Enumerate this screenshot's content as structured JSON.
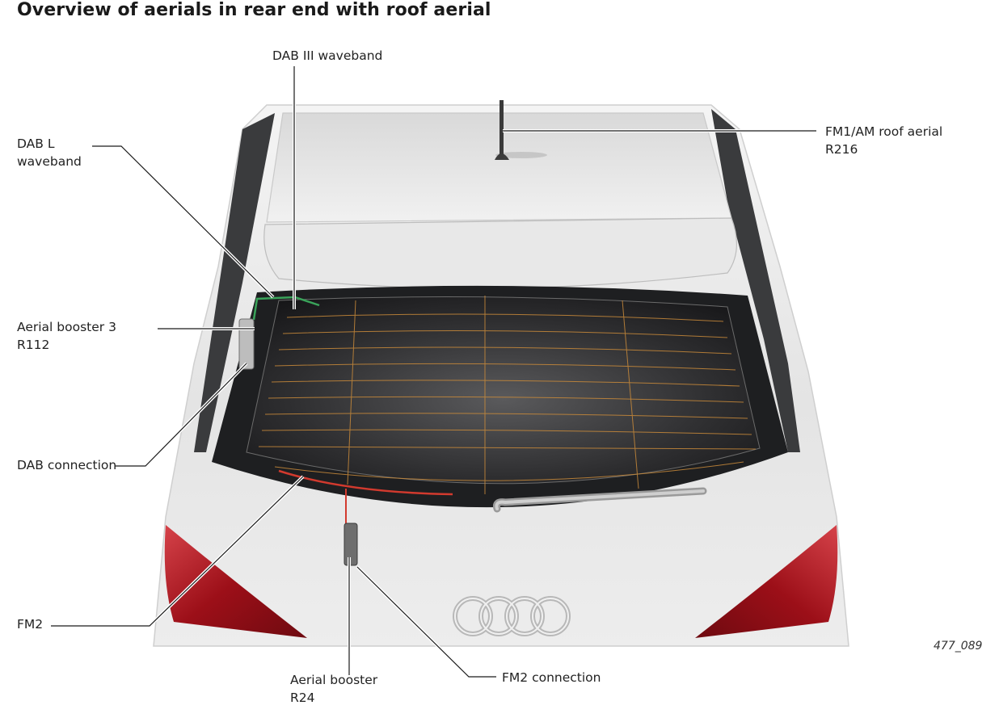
{
  "title": "Overview of aerials in rear end with roof aerial",
  "labels": {
    "dab3": "DAB III waveband",
    "dabl_line1": "DAB L",
    "dabl_line2": "waveband",
    "booster3_line1": "Aerial booster 3",
    "booster3_line2": "R112",
    "dab_connection": "DAB connection",
    "fm2": "FM2",
    "booster24_line1": "Aerial booster",
    "booster24_line2": "R24",
    "fm2_connection": "FM2 connection",
    "roof_line1": "FM1/AM roof aerial",
    "roof_line2": "R216"
  },
  "figure_number": "477_089",
  "colors": {
    "dab_wire": "#3aa35a",
    "fm_wire": "#d23a2e",
    "heater_grid": "#c98a3a",
    "glass": "#2a2a2c",
    "body": "#e9e9e9",
    "tail_light": "#a8131b"
  }
}
